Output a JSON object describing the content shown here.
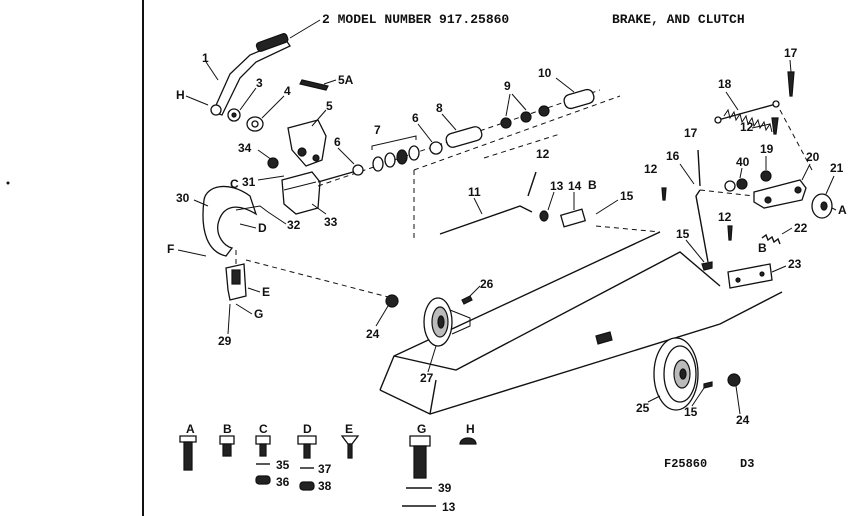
{
  "header": {
    "model": "2 MODEL NUMBER 917.25860",
    "title": "BRAKE, AND CLUTCH"
  },
  "footer": {
    "code": "F25860",
    "page": "D3"
  },
  "callouts": {
    "c1": "1",
    "c3": "3",
    "c4": "4",
    "c5": "5",
    "c5a": "5A",
    "c6a": "6",
    "c6b": "6",
    "c7": "7",
    "c8": "8",
    "c9": "9",
    "c10": "10",
    "c11": "11",
    "c12a": "12",
    "c12b": "12",
    "c12c": "12",
    "c12d": "12",
    "c13": "13",
    "c14": "14",
    "c15a": "15",
    "c15b": "15",
    "c15c": "15",
    "c16": "16",
    "c17a": "17",
    "c17b": "17",
    "c18": "18",
    "c19": "19",
    "c20": "20",
    "c21": "21",
    "c22": "22",
    "c23": "23",
    "c24a": "24",
    "c24b": "24",
    "c25": "25",
    "c26": "26",
    "c27": "27",
    "c29": "29",
    "c30": "30",
    "c31": "31",
    "c32": "32",
    "c33": "33",
    "c34": "34",
    "c40": "40"
  },
  "letters": {
    "H": "H",
    "A": "A",
    "B1": "B",
    "B2": "B",
    "C": "C",
    "D": "D",
    "E": "E",
    "F": "F",
    "G": "G"
  },
  "hardware": [
    {
      "letter": "A"
    },
    {
      "letter": "B"
    },
    {
      "letter": "C"
    },
    {
      "letter": "D"
    },
    {
      "letter": "E"
    },
    {
      "letter": "G"
    },
    {
      "letter": "H"
    }
  ],
  "hardware_parts": {
    "p35": "35",
    "p36": "36",
    "p37": "37",
    "p38": "38",
    "p39": "39",
    "p13": "13"
  }
}
